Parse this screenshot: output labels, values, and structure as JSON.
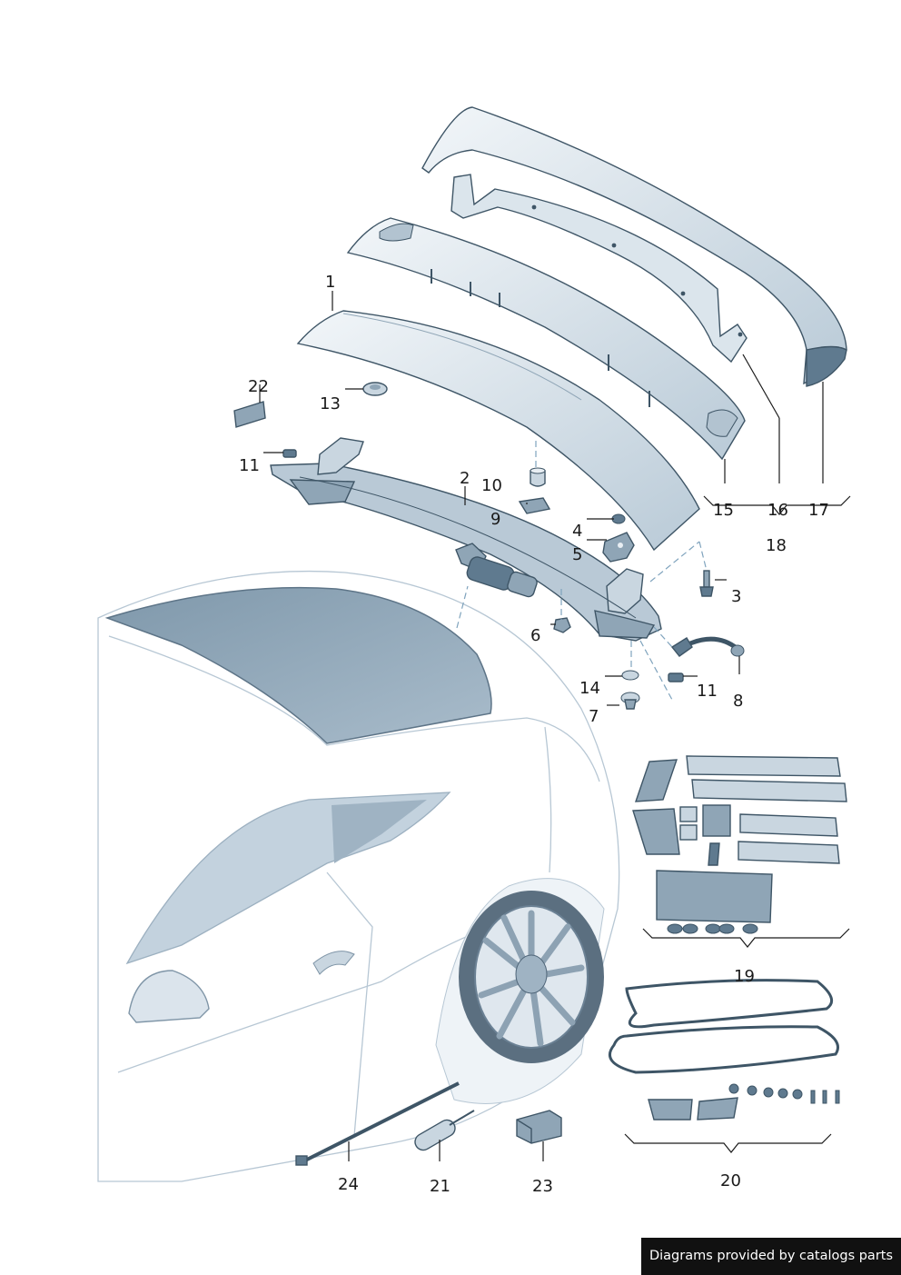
{
  "callouts": {
    "p1": "1",
    "p2": "2",
    "p3": "3",
    "p4": "4",
    "p5": "5",
    "p6": "6",
    "p7": "7",
    "p8": "8",
    "p9": "9",
    "p10": "10",
    "p11a": "11",
    "p11b": "11",
    "p13": "13",
    "p14": "14",
    "p15": "15",
    "p16": "16",
    "p17": "17",
    "p18": "18",
    "p19": "19",
    "p20": "20",
    "p21": "21",
    "p22": "22",
    "p23": "23",
    "p24": "24"
  },
  "credit": "Diagrams provided by catalogs parts",
  "colors": {
    "part_light": "#e8eef3",
    "part_mid": "#c9d6e0",
    "part_dark": "#8fa5b6",
    "outline": "#3e5566",
    "guide_dash": "#7fa3bd"
  }
}
